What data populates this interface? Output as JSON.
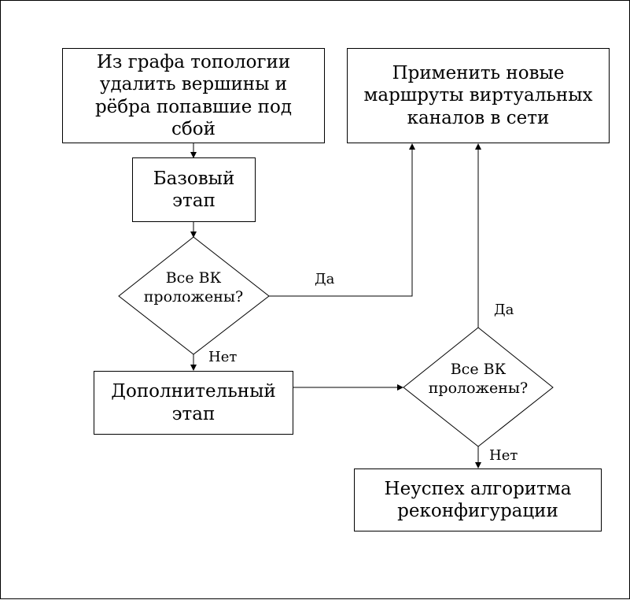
{
  "nodes": {
    "remove_failed": "Из графа топологии удалить вершины и рёбра попавшие под сбой",
    "base_stage": "Базовый этап",
    "decision_1": "Все ВК проложены?",
    "additional_stage": "Дополнительный этап",
    "decision_2": "Все ВК проложены?",
    "apply_routes": "Применить новые маршруты виртуальных каналов в сети",
    "failure": "Неуспех алгоритма реконфигурации"
  },
  "edge_labels": {
    "d1_yes": "Да",
    "d1_no": "Нет",
    "d2_yes": "Да",
    "d2_no": "Нет"
  }
}
